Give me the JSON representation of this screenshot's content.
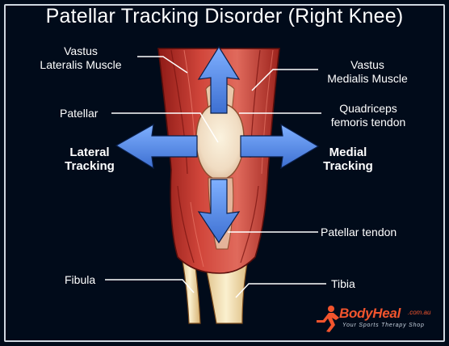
{
  "title": "Patellar Tracking Disorder (Right Knee)",
  "labels": {
    "vastus_lateralis": [
      "Vastus",
      "Lateralis Muscle"
    ],
    "vastus_medialis": [
      "Vastus",
      "Medialis Muscle"
    ],
    "patellar": "Patellar",
    "quadriceps_tendon": [
      "Quadriceps",
      "femoris tendon"
    ],
    "lateral_tracking": [
      "Lateral",
      "Tracking"
    ],
    "medial_tracking": [
      "Medial",
      "Tracking"
    ],
    "patellar_tendon": "Patellar tendon",
    "fibula": "Fibula",
    "tibia": "Tibia"
  },
  "logo": {
    "name": "BodyHeal",
    "domain": ".com.au",
    "tagline": "Your Sports Therapy Shop"
  },
  "colors": {
    "background": "#010b1a",
    "muscle": "#c7382f",
    "bone": "#f1dfb4",
    "arrow": "#5b8ee8",
    "logo": "#f2542d"
  }
}
